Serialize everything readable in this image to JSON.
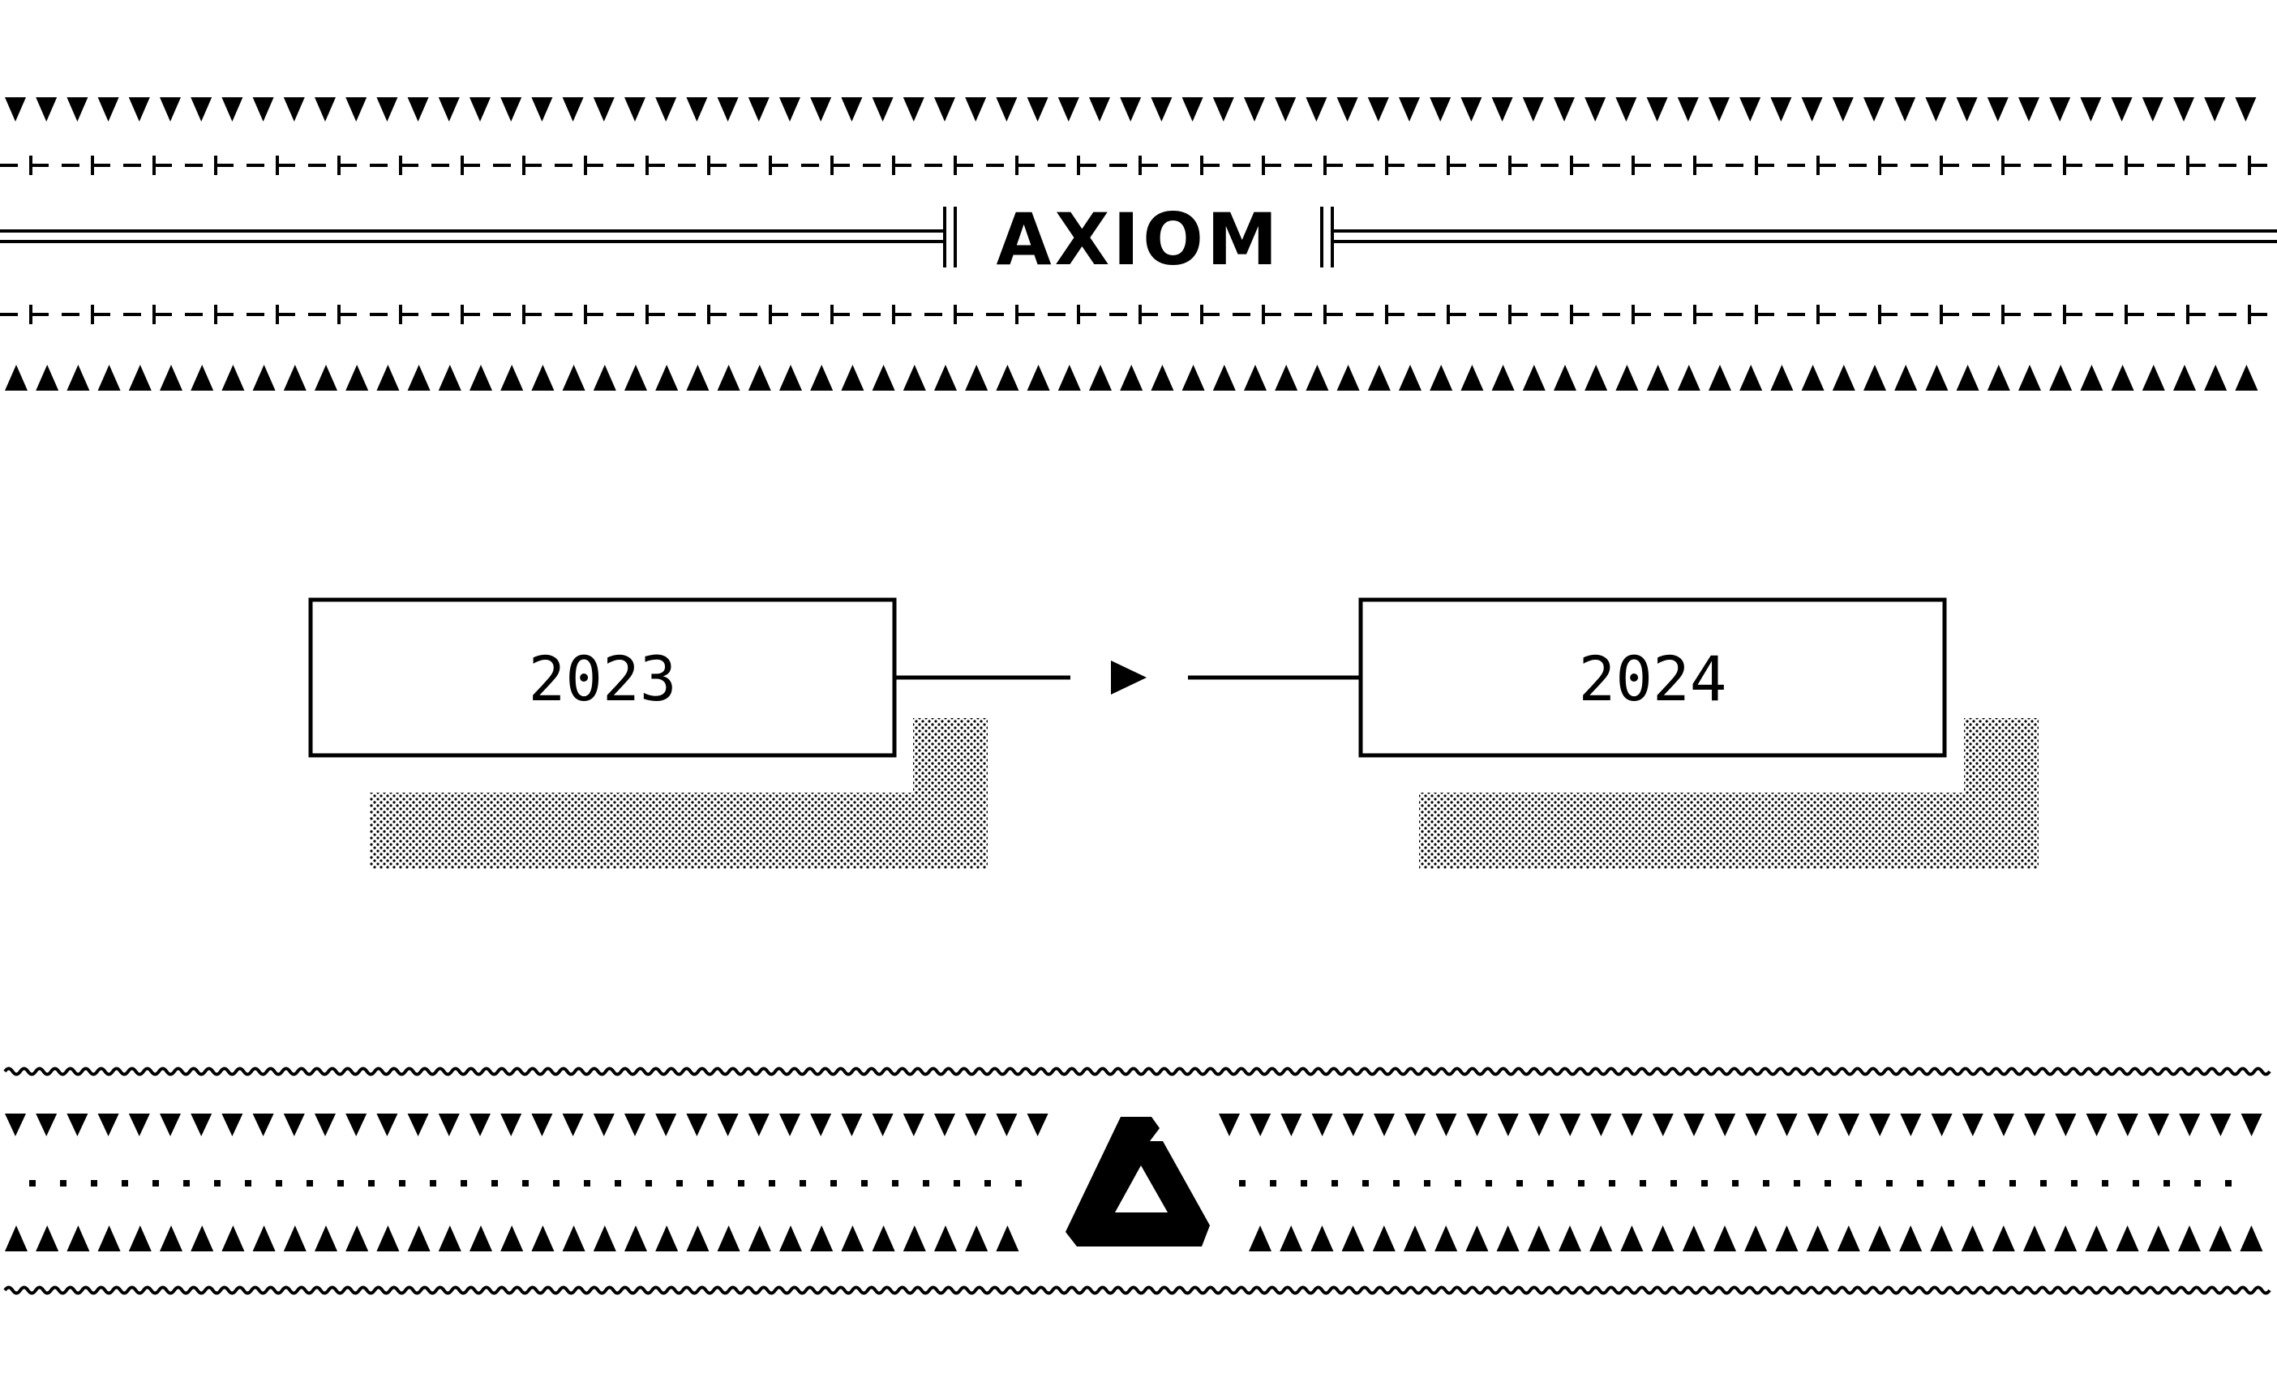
{
  "brand": {
    "title": "AXIOM",
    "logo_icon": "axiom-triangle-logo-icon"
  },
  "timeline": {
    "arrow_icon": "play-arrow-icon",
    "from": {
      "label": "2023"
    },
    "to": {
      "label": "2024"
    }
  },
  "colors": {
    "ink": "#000000",
    "background": "#ffffff",
    "shadow_dot": "#000000"
  }
}
